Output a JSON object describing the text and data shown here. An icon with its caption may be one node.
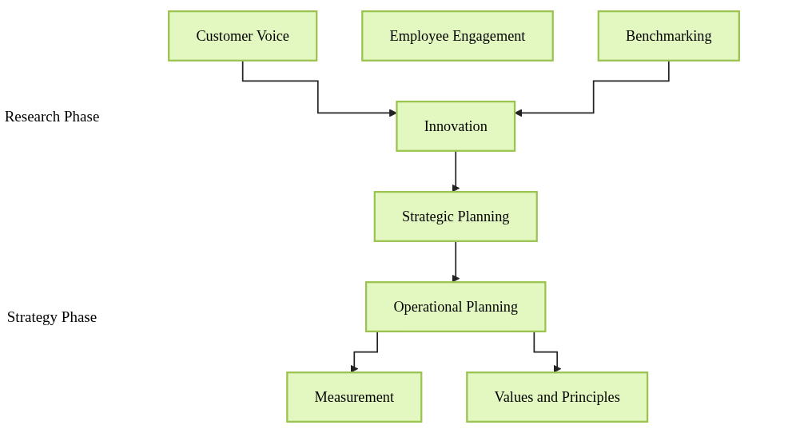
{
  "diagram": {
    "nodes": [
      {
        "text": [
          "Customer Voice"
        ]
      },
      {
        "text": [
          "Employee Engagement"
        ]
      },
      {
        "text": [
          "Benchmarking"
        ]
      },
      {
        "text": [
          "Innovation"
        ]
      },
      {
        "text": [
          "Strategic Planning"
        ]
      },
      {
        "text": [
          "Operational Planning"
        ]
      },
      {
        "text": [
          "Measurement"
        ]
      },
      {
        "text": [
          "Values and Principles"
        ]
      }
    ],
    "edges": [
      {
        "from": 0,
        "to": 3,
        "arrow": "to"
      },
      {
        "from": 2,
        "to": 3,
        "arrow": "to"
      },
      {
        "from": 3,
        "to": 4,
        "arrow": "to"
      },
      {
        "from": 4,
        "to": 5,
        "arrow": "to"
      },
      {
        "from": 5,
        "to": 6,
        "arrow": "to"
      },
      {
        "from": 5,
        "to": 7,
        "arrow": "to"
      }
    ],
    "labels": [
      "Research Phase",
      "Strategy Phase"
    ]
  }
}
